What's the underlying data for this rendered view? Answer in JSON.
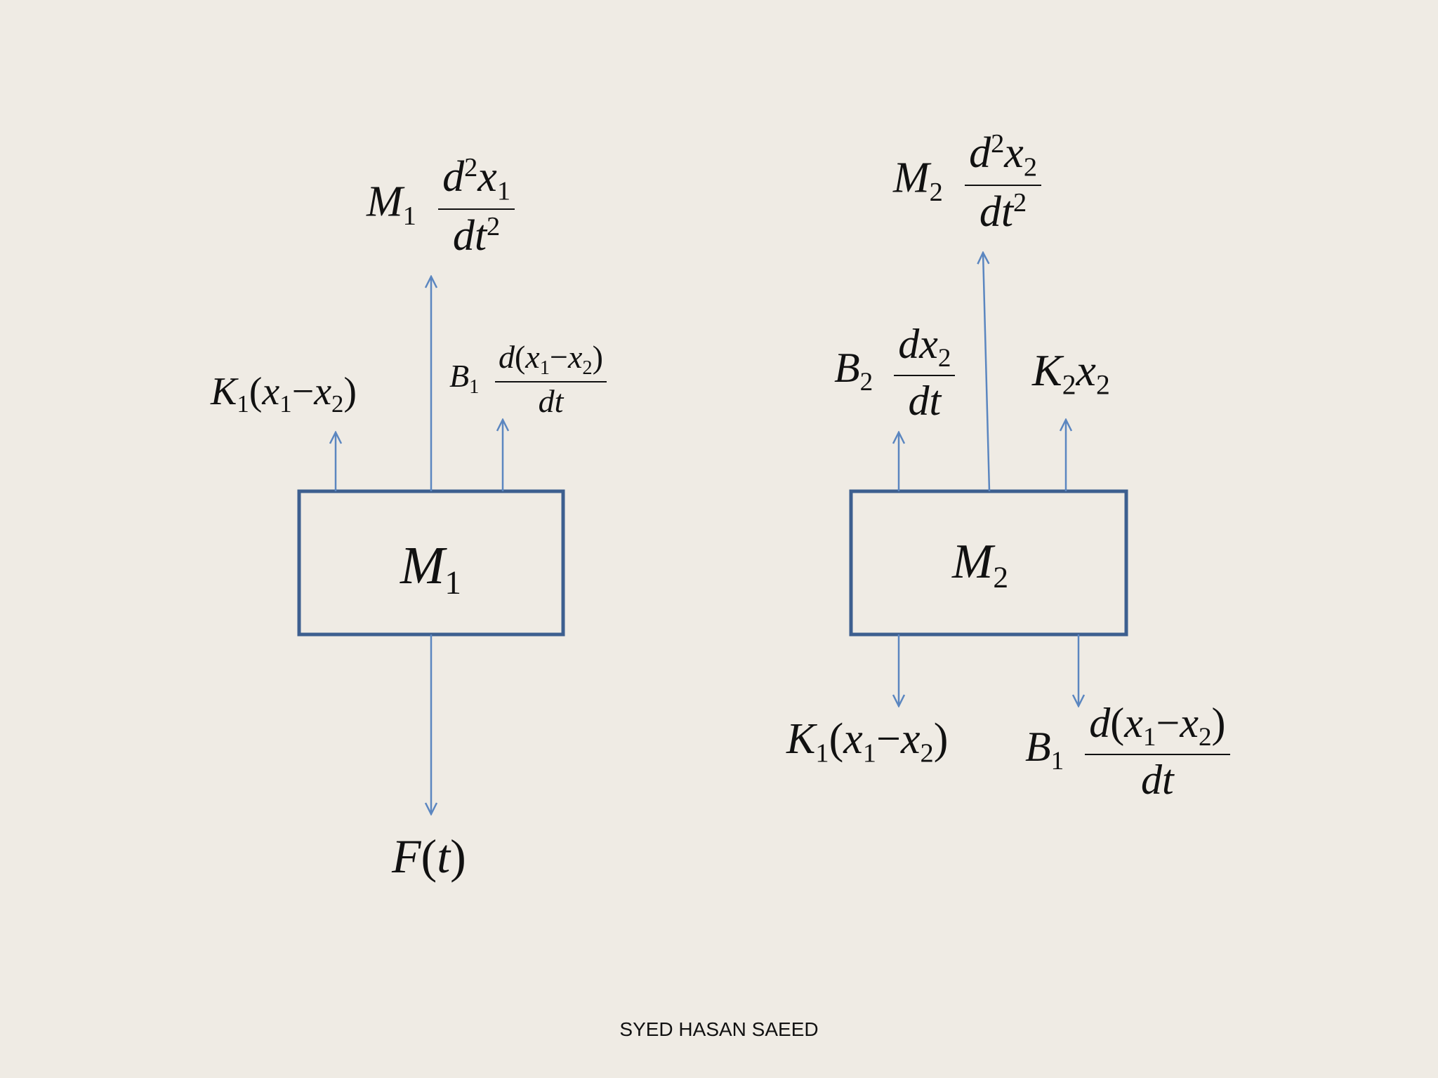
{
  "colors": {
    "background": "#efebe4",
    "box_border": "#3d5f8f",
    "arrow": "#5b86c0",
    "text": "#111111"
  },
  "left": {
    "box": {
      "M": "M",
      "sub": "1"
    },
    "inertia": {
      "M": "M",
      "M_sub": "1",
      "d": "d",
      "sup": "2",
      "x": "x",
      "x_sub": "1",
      "dt": "dt",
      "dt_sup": "2"
    },
    "spring": {
      "K": "K",
      "K_sub": "1",
      "open": "(",
      "x1": "x",
      "x1_sub": "1",
      "minus": "−",
      "x2": "x",
      "x2_sub": "2",
      "close": ")"
    },
    "damper": {
      "B": "B",
      "B_sub": "1",
      "d": "d",
      "open": "(",
      "x1": "x",
      "x1_sub": "1",
      "minus": "−",
      "x2": "x",
      "x2_sub": "2",
      "close": ")",
      "dt": "dt"
    },
    "force": {
      "F": "F",
      "open": "(",
      "t": "t",
      "close": ")"
    }
  },
  "right": {
    "box": {
      "M": "M",
      "sub": "2"
    },
    "inertia": {
      "M": "M",
      "M_sub": "2",
      "d": "d",
      "sup": "2",
      "x": "x",
      "x_sub": "2",
      "dt": "dt",
      "dt_sup": "2"
    },
    "damper_top": {
      "B": "B",
      "B_sub": "2",
      "dx": "dx",
      "dx_sub": "2",
      "dt": "dt"
    },
    "spring_top": {
      "K": "K",
      "K_sub": "2",
      "x": "x",
      "x_sub": "2"
    },
    "spring_bottom": {
      "K": "K",
      "K_sub": "1",
      "open": "(",
      "x1": "x",
      "x1_sub": "1",
      "minus": "−",
      "x2": "x",
      "x2_sub": "2",
      "close": ")"
    },
    "damper_bottom": {
      "B": "B",
      "B_sub": "1",
      "d": "d",
      "open": "(",
      "x1": "x",
      "x1_sub": "1",
      "minus": "−",
      "x2": "x",
      "x2_sub": "2",
      "close": ")",
      "dt": "dt"
    }
  },
  "footer": "SYED HASAN SAEED"
}
